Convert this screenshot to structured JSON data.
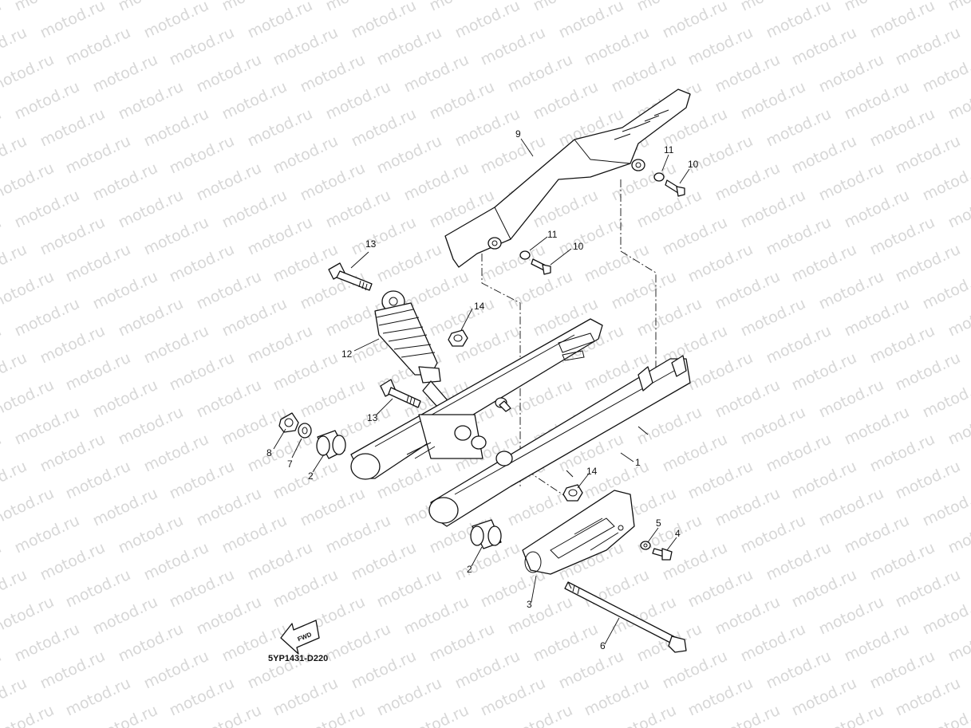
{
  "watermark": "motod.ru",
  "diagram_code": "5YP1431-D220",
  "fwd_label": "FWD",
  "callouts": {
    "c1": "1",
    "c2a": "2",
    "c2b": "2",
    "c3": "3",
    "c4": "4",
    "c5": "5",
    "c6": "6",
    "c7": "7",
    "c8": "8",
    "c9": "9",
    "c10a": "10",
    "c10b": "10",
    "c11a": "11",
    "c11b": "11",
    "c12": "12",
    "c13a": "13",
    "c13b": "13",
    "c14a": "14",
    "c14b": "14"
  },
  "colors": {
    "line": "#111111",
    "watermark": "#b7b7b7",
    "background": "#ffffff"
  }
}
